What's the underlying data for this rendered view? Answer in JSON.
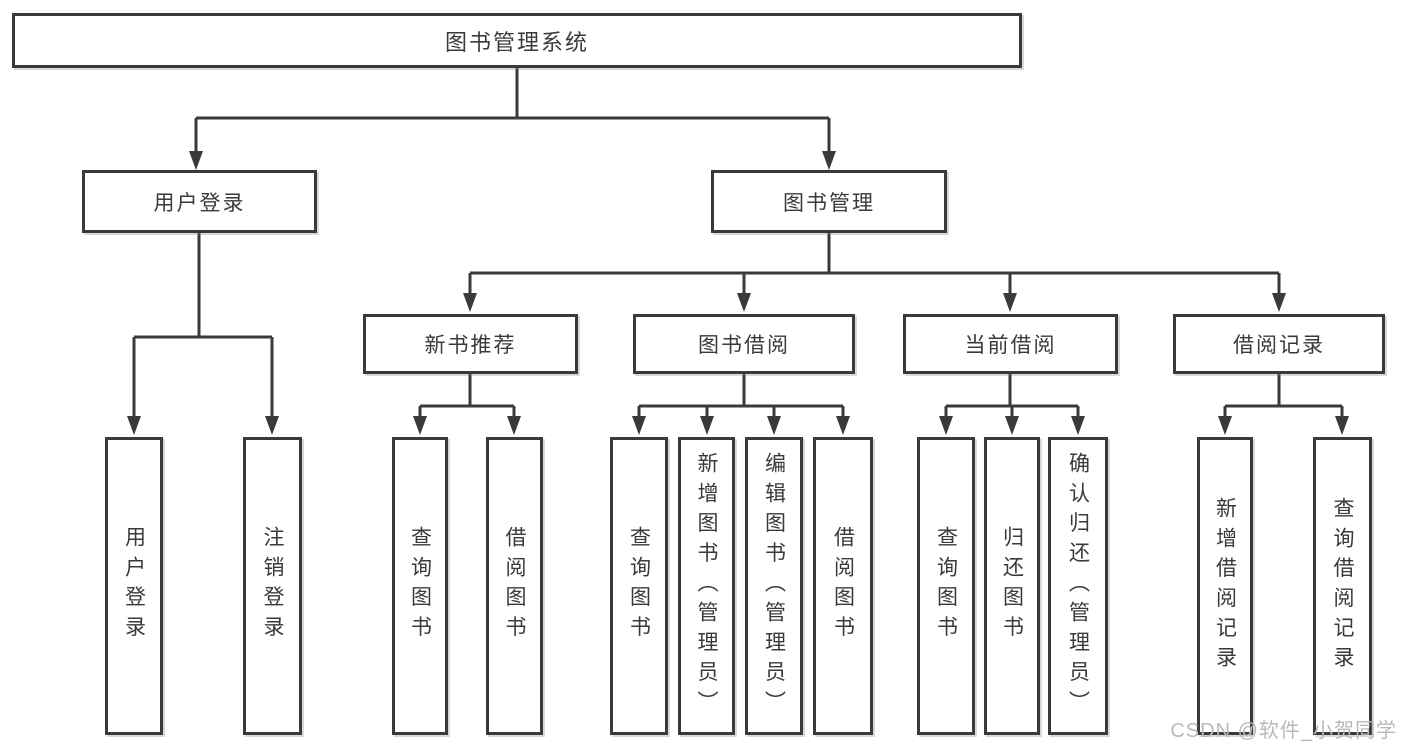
{
  "tree": {
    "label": "图书管理系统",
    "children": [
      {
        "label": "用户登录",
        "children": [
          {
            "label": "用户登录"
          },
          {
            "label": "注销登录"
          }
        ]
      },
      {
        "label": "图书管理",
        "children": [
          {
            "label": "新书推荐",
            "children": [
              {
                "label": "查询图书"
              },
              {
                "label": "借阅图书"
              }
            ]
          },
          {
            "label": "图书借阅",
            "children": [
              {
                "label": "查询图书"
              },
              {
                "label": "新增图书（管理员）"
              },
              {
                "label": "编辑图书（管理员）"
              },
              {
                "label": "借阅图书"
              }
            ]
          },
          {
            "label": "当前借阅",
            "children": [
              {
                "label": "查询图书"
              },
              {
                "label": "归还图书"
              },
              {
                "label": "确认归还（管理员）"
              }
            ]
          },
          {
            "label": "借阅记录",
            "children": [
              {
                "label": "新增借阅记录"
              },
              {
                "label": "查询借阅记录"
              }
            ]
          }
        ]
      }
    ]
  },
  "watermark": "CSDN @软件_小贺同学",
  "colors": {
    "line": "#3a3a3a",
    "box_border": "#3a3a3a",
    "box_fill": "#ffffff",
    "text": "#3a3a3a",
    "watermark_text": "#b9b9b9",
    "background": "#ffffff"
  }
}
